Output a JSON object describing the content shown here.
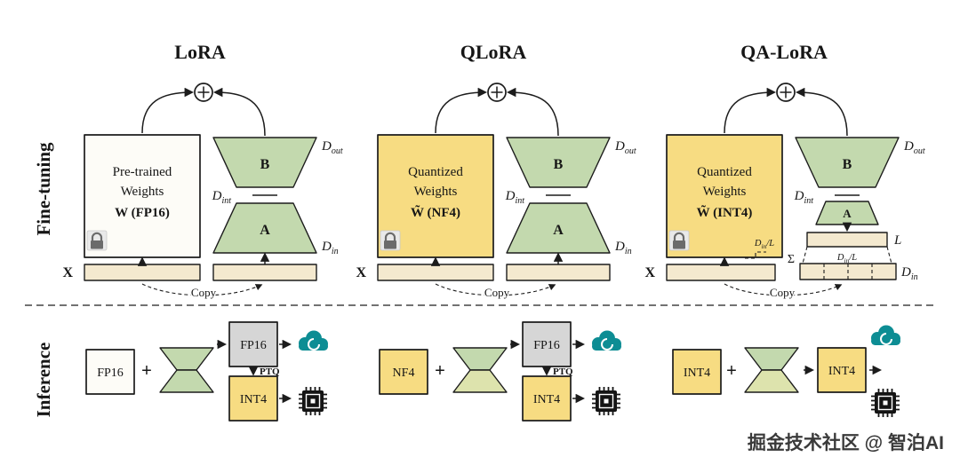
{
  "meta": {
    "watermark": "掘金技术社区 @ 智泊AI"
  },
  "rows": {
    "finetuning_label": "Fine-tuning",
    "inference_label": "Inference"
  },
  "dims": {
    "d": "D",
    "out": "out",
    "int": "int",
    "in": "in",
    "slash_l": "/L",
    "l": "L",
    "sigma": "Σ",
    "plus": "+"
  },
  "columns": [
    {
      "title": "LoRA",
      "weights": {
        "line1": "Pre-trained",
        "line2": "Weights",
        "line3": "W (FP16)"
      },
      "b_label": "B",
      "a_label": "A",
      "x_label": "X",
      "copy_label": "Copy",
      "inference": {
        "source": "FP16",
        "merged": "FP16",
        "deployed": "INT4",
        "ptq_label": "PTQ"
      }
    },
    {
      "title": "QLoRA",
      "weights": {
        "line1": "Quantized",
        "line2": "Weights",
        "line3": "W̃ (NF4)"
      },
      "b_label": "B",
      "a_label": "A",
      "x_label": "X",
      "copy_label": "Copy",
      "inference": {
        "source": "NF4",
        "merged": "FP16",
        "deployed": "INT4",
        "ptq_label": "PTQ"
      }
    },
    {
      "title": "QA-LoRA",
      "weights": {
        "line1": "Quantized",
        "line2": "Weights",
        "line3": "W̃ (INT4)"
      },
      "b_label": "B",
      "a_label": "A",
      "x_label": "X",
      "copy_label": "Copy",
      "l_label": "L",
      "inference": {
        "source": "INT4",
        "merged": "INT4"
      }
    }
  ],
  "colors": {
    "green": "#c3d9ae",
    "green2": "#dde3ad",
    "yellow": "#f7dc82",
    "beige": "#f4e9cf",
    "gray": "#d6d6d6",
    "teal": "#0d8d94",
    "ink": "#1c1c1c"
  }
}
